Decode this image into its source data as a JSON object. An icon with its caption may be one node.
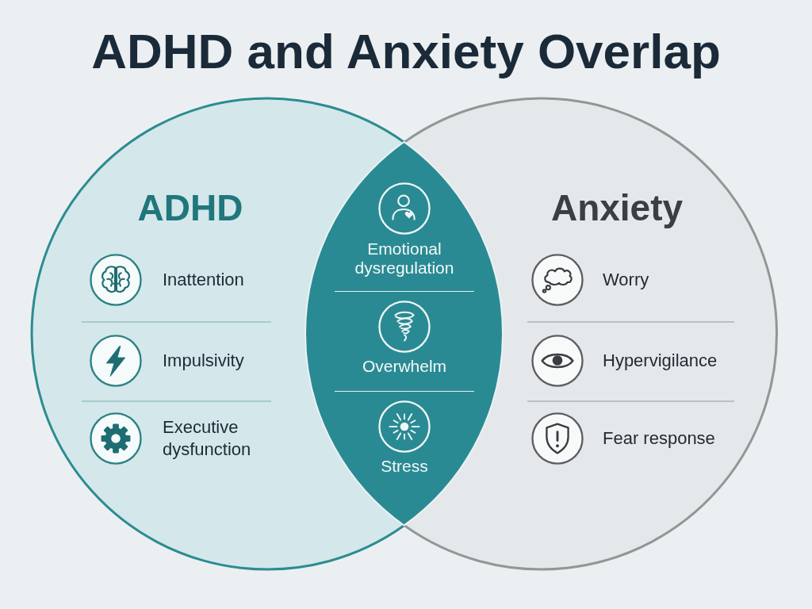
{
  "diagram": {
    "title": "ADHD and Anxiety Overlap",
    "nodes": [
      {
        "text": [
          "ADHD",
          "Inattention",
          "Impulsivity",
          "Executive dysfunction"
        ]
      },
      {
        "text": [
          "Anxiety",
          "Worry",
          "Hypervigilance",
          "Fear response"
        ]
      },
      {
        "text": [
          "Emotional dysregulation",
          "Overwhelm",
          "Stress"
        ]
      }
    ]
  }
}
